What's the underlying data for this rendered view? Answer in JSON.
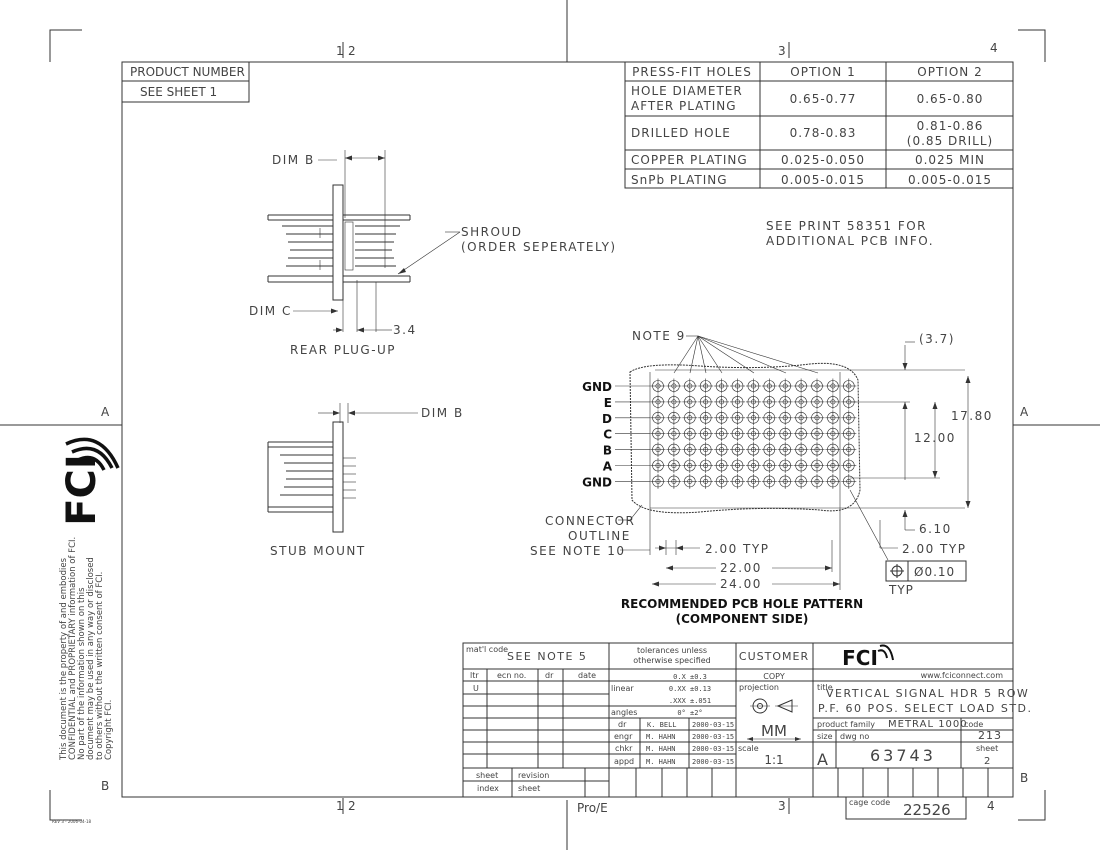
{
  "frame": {
    "zones_top": [
      "1",
      "2",
      "3",
      "4"
    ],
    "zones_side": [
      "A",
      "B"
    ],
    "bottom_center": "Pro/E",
    "rev_note": "REV 3 - 2006-04-18"
  },
  "product_number": {
    "label": "PRODUCT NUMBER",
    "value": "SEE SHEET 1"
  },
  "holes_table": {
    "headers": [
      "PRESS-FIT HOLES",
      "OPTION 1",
      "OPTION 2"
    ],
    "rows": [
      {
        "label": [
          "HOLE DIAMETER",
          "AFTER PLATING"
        ],
        "opt1": [
          "0.65-0.77"
        ],
        "opt2": [
          "0.65-0.80"
        ]
      },
      {
        "label": [
          "DRILLED HOLE"
        ],
        "opt1": [
          "0.78-0.83"
        ],
        "opt2": [
          "0.81-0.86",
          "(0.85 DRILL)"
        ]
      },
      {
        "label": [
          "COPPER PLATING"
        ],
        "opt1": [
          "0.025-0.050"
        ],
        "opt2": [
          "0.025 MIN"
        ]
      },
      {
        "label": [
          "SnPb PLATING"
        ],
        "opt1": [
          "0.005-0.015"
        ],
        "opt2": [
          "0.005-0.015"
        ]
      }
    ]
  },
  "notes": {
    "see_print": [
      "SEE PRINT 58351 FOR",
      "ADDITIONAL PCB INFO."
    ],
    "shroud": [
      "SHROUD",
      "(ORDER SEPERATELY)"
    ],
    "dim_b": "DIM B",
    "dim_c": "DIM C",
    "dim_34": "3.4",
    "rear_plug": "REAR PLUG-UP",
    "stub_mount": "STUB MOUNT",
    "note9": "NOTE 9",
    "connector_outline": [
      "CONNECTOR",
      "OUTLINE",
      "SEE NOTE 10"
    ],
    "dim_37": "(3.7)",
    "dim_1780": "17.80",
    "dim_1200": "12.00",
    "dim_610": "6.10",
    "dim_200typ": "2.00 TYP",
    "dim_2200": "22.00",
    "dim_2400": "24.00",
    "dim_010": "Ø0.10",
    "typ": "TYP",
    "rows": [
      "GND",
      "E",
      "D",
      "C",
      "B",
      "A",
      "GND"
    ],
    "pattern_title": [
      "RECOMMENDED PCB HOLE PATTERN",
      "(COMPONENT SIDE)"
    ]
  },
  "logo_text": "FCI",
  "disclaimer": [
    "This document is the property of and embodies",
    "CONFIDENTIAL and PROPRIETARY information of FCI.",
    "No part of the information shown on this",
    "document may be used in any way or disclosed",
    "to others without the written consent of FCI.",
    "Copyright FCI."
  ],
  "title_block": {
    "matl_code": "mat'l code",
    "matl_value": "SEE NOTE 5",
    "rev_headers": [
      "ltr",
      "ecn no.",
      "dr",
      "date"
    ],
    "rev_ltr": "U",
    "tolerances": [
      "tolerances unless",
      "otherwise specified"
    ],
    "tol_x": "0.X ±0.3",
    "tol_xx": "0.XX ±0.13",
    "tol_xxx": ".XXX ±.051",
    "linear": "linear",
    "angles": "angles",
    "tol_angles": "0° ±2°",
    "sign_roles": [
      "dr",
      "engr",
      "chkr",
      "appd"
    ],
    "sign_names": [
      "K. BELL",
      "M. HAHN",
      "M. HAHN",
      "M. HAHN"
    ],
    "sign_dates": [
      "2000-03-15",
      "2000-03-15",
      "2000-03-15",
      "2000-03-15"
    ],
    "customer": "CUSTOMER",
    "copy": "COPY",
    "projection": "projection",
    "units": "MM",
    "scale": "scale",
    "scale_value": "1:1",
    "website": "www.fciconnect.com",
    "title_label": "title",
    "title_lines": [
      "VERTICAL SIGNAL HDR 5 ROW",
      "P.F. 60 POS. SELECT LOAD STD."
    ],
    "product_family": "product family",
    "product_family_value": "METRAL 1000",
    "code": "code",
    "code_value": "213",
    "size": "size",
    "size_value": "A",
    "dwg_no": "dwg no",
    "dwg_value": "63743",
    "sheet": "sheet",
    "sheet_value": "2",
    "sheet_index": [
      "sheet",
      "index"
    ],
    "revision_sheet": [
      "revision",
      "sheet"
    ],
    "cage_code": "cage code",
    "cage_value": "22526"
  }
}
